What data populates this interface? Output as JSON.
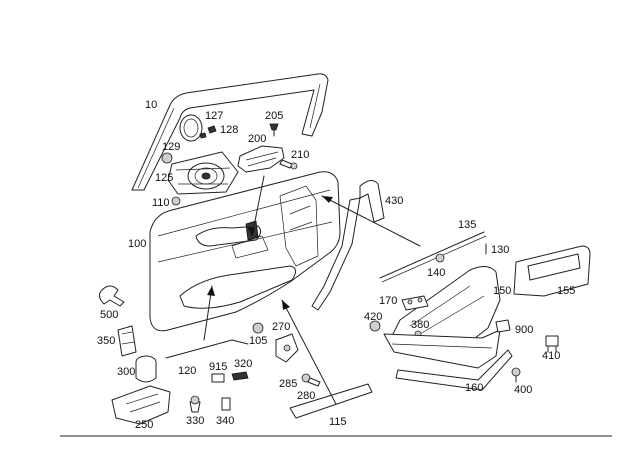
{
  "labels": [
    {
      "id": "10",
      "text": "10"
    },
    {
      "id": "127",
      "text": "127"
    },
    {
      "id": "128",
      "text": "128"
    },
    {
      "id": "129",
      "text": "129"
    },
    {
      "id": "125",
      "text": "125"
    },
    {
      "id": "110",
      "text": "110"
    },
    {
      "id": "100",
      "text": "100"
    },
    {
      "id": "205",
      "text": "205"
    },
    {
      "id": "200",
      "text": "200"
    },
    {
      "id": "210",
      "text": "210"
    },
    {
      "id": "430",
      "text": "430"
    },
    {
      "id": "135",
      "text": "135"
    },
    {
      "id": "130",
      "text": "130"
    },
    {
      "id": "140",
      "text": "140"
    },
    {
      "id": "150",
      "text": "150"
    },
    {
      "id": "155",
      "text": "155"
    },
    {
      "id": "500",
      "text": "500"
    },
    {
      "id": "350",
      "text": "350"
    },
    {
      "id": "300",
      "text": "300"
    },
    {
      "id": "250",
      "text": "250"
    },
    {
      "id": "120",
      "text": "120"
    },
    {
      "id": "915",
      "text": "915"
    },
    {
      "id": "320",
      "text": "320"
    },
    {
      "id": "330",
      "text": "330"
    },
    {
      "id": "340",
      "text": "340"
    },
    {
      "id": "105",
      "text": "105"
    },
    {
      "id": "270",
      "text": "270"
    },
    {
      "id": "285",
      "text": "285"
    },
    {
      "id": "280",
      "text": "280"
    },
    {
      "id": "115",
      "text": "115"
    },
    {
      "id": "170",
      "text": "170"
    },
    {
      "id": "420",
      "text": "420"
    },
    {
      "id": "380",
      "text": "380"
    },
    {
      "id": "900",
      "text": "900"
    },
    {
      "id": "410",
      "text": "410"
    },
    {
      "id": "400",
      "text": "400"
    },
    {
      "id": "160",
      "text": "160"
    }
  ]
}
